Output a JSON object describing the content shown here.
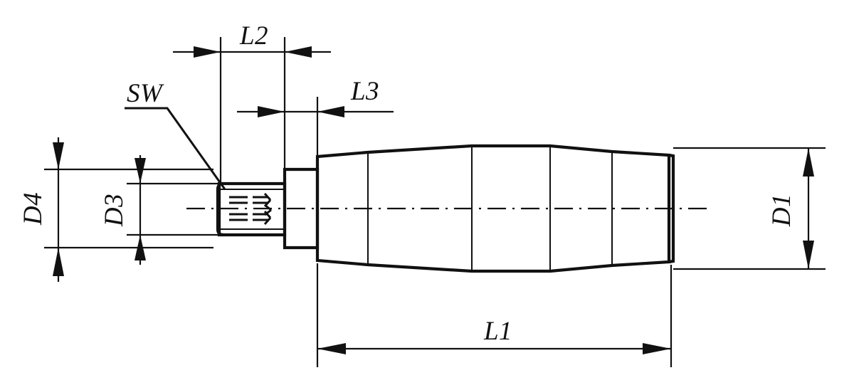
{
  "drawing": {
    "title": "Machine handle technical drawing",
    "type": "engineering-dimension-drawing",
    "background_color": "#ffffff",
    "line_color": "#111111",
    "dimensions": {
      "d1": {
        "label": "D1",
        "orientation": "vertical",
        "rotation": -90,
        "position": "right",
        "arrow_direction": "inward"
      },
      "d3": {
        "label": "D3",
        "orientation": "vertical",
        "rotation": -90,
        "position": "left-inner",
        "arrow_direction": "inward"
      },
      "d4": {
        "label": "D4",
        "orientation": "vertical",
        "rotation": -90,
        "position": "left-outer",
        "arrow_direction": "inward"
      },
      "l1": {
        "label": "L1",
        "orientation": "horizontal",
        "rotation": 0,
        "position": "bottom",
        "arrow_direction": "outward"
      },
      "l2": {
        "label": "L2",
        "orientation": "horizontal",
        "rotation": 0,
        "position": "top",
        "arrow_direction": "inward"
      },
      "l3": {
        "label": "L3",
        "orientation": "horizontal",
        "rotation": 0,
        "position": "top-second",
        "arrow_direction": "inward"
      },
      "sw": {
        "label": "SW",
        "orientation": "leader",
        "rotation": 0,
        "position": "left-upper",
        "arrow_direction": "leader-to-hex-socket"
      }
    },
    "features": [
      {
        "name": "hex-socket",
        "note": "internal hexagon socket at left end of threaded stud"
      },
      {
        "name": "threaded-stud",
        "note": "threaded shaft at left"
      },
      {
        "name": "collar",
        "note": "cylindrical collar between stud and handle body"
      },
      {
        "name": "handle-body",
        "note": "barrel shaped revolving handle"
      },
      {
        "name": "centerline",
        "note": "dash-dot axis of revolution"
      }
    ]
  },
  "labels": {
    "d1": "D1",
    "d3": "D3",
    "d4": "D4",
    "l1": "L1",
    "l2": "L2",
    "l3": "L3",
    "sw": "SW"
  }
}
